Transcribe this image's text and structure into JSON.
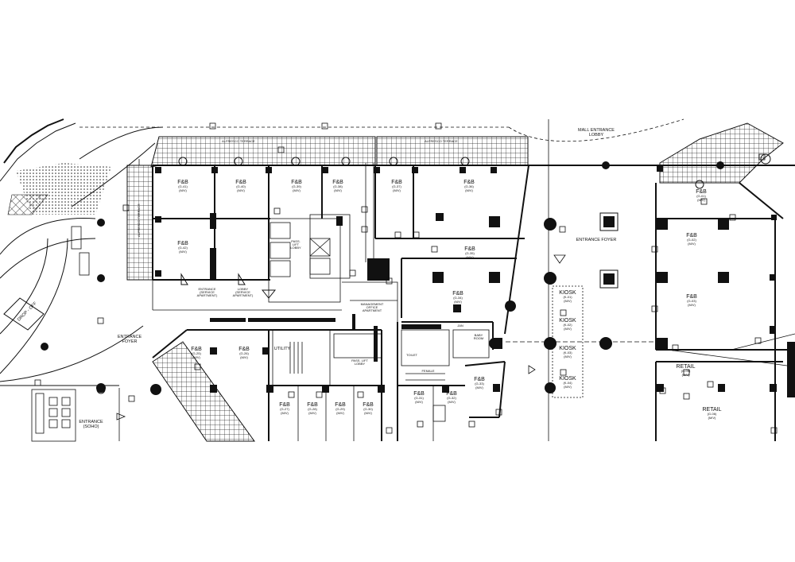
{
  "labels": {
    "mall_entrance": "MALL ENTRANCE",
    "lobby": "LOBBY",
    "entrance_foyer_right": "ENTRANCE FOYER",
    "entrance_foyer_left": "ENTRANCE",
    "foyer": "FOYER",
    "entrance_soho": "ENTRANCE",
    "soho": "(SOHO)",
    "drop_off": "DROP - OFF",
    "entrance_service": "ENTRANCE",
    "service_apartment_1": "(SERVICE",
    "service_apartment_2": "APARTMENT)",
    "lobby_service": "LOBBY",
    "pass_lift_lobby_1": "PASS.",
    "pass_lift_lobby_2": "LIFT",
    "pass_lift_lobby_3": "LOBBY",
    "utility": "UTILITY",
    "management_office": "MANAGEMENT",
    "office": "OFFICE",
    "apartment": "APARTMENT",
    "toilet": "TOILET",
    "females": "FEMALE",
    "jan": "JAN",
    "baby_room": "BABY",
    "room": "ROOM",
    "alfresco_terrace": "ALFRESCO TERRACE",
    "alfresco_terrace_2": "ALFRESCO TERRACE",
    "alfresco_left": "ALFRESCO TERRACE",
    "fnb": "F&B",
    "kiosk": "KIOSK",
    "retail": "RETAIL",
    "mv": "(M/V)"
  },
  "shops": [
    {
      "name": "F&B",
      "code": "(G-41)"
    },
    {
      "name": "F&B",
      "code": "(G-40)"
    },
    {
      "name": "F&B",
      "code": "(G-39)"
    },
    {
      "name": "F&B",
      "code": "(G-38)"
    },
    {
      "name": "F&B",
      "code": "(G-37)"
    },
    {
      "name": "F&B",
      "code": "(G-36)"
    },
    {
      "name": "F&B",
      "code": "(G-42)"
    },
    {
      "name": "F&B",
      "code": "(G-35)"
    },
    {
      "name": "F&B",
      "code": "(G-34)"
    },
    {
      "name": "F&B",
      "code": "(G-25)"
    },
    {
      "name": "F&B",
      "code": "(G-26)"
    },
    {
      "name": "F&B",
      "code": "(G-27)"
    },
    {
      "name": "F&B",
      "code": "(G-28)"
    },
    {
      "name": "F&B",
      "code": "(G-29)"
    },
    {
      "name": "F&B",
      "code": "(G-30)"
    },
    {
      "name": "F&B",
      "code": "(G-31)"
    },
    {
      "name": "F&B",
      "code": "(G-32)"
    },
    {
      "name": "F&B",
      "code": "(G-33)"
    },
    {
      "name": "F&B",
      "code": "(G-01)"
    },
    {
      "name": "F&B",
      "code": "(G-02)"
    },
    {
      "name": "F&B",
      "code": "(G-03)"
    },
    {
      "name": "RETAIL",
      "code": "(G-05)"
    },
    {
      "name": "RETAIL",
      "code": "(G-06)"
    }
  ],
  "kiosks": [
    {
      "name": "KIOSK",
      "code": "(K-01)"
    },
    {
      "name": "KIOSK",
      "code": "(K-02)"
    },
    {
      "name": "KIOSK",
      "code": "(K-03)"
    },
    {
      "name": "KIOSK",
      "code": "(K-04)"
    }
  ]
}
